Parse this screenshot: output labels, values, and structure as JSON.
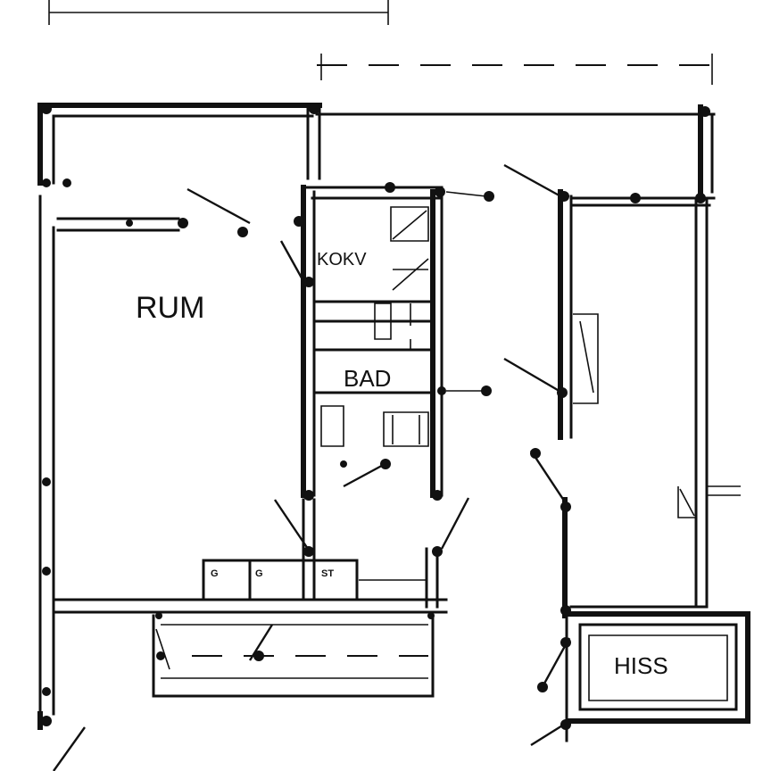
{
  "rooms": {
    "rum": "RUM",
    "kokv": "KOKV",
    "bad": "BAD",
    "hiss": "HISS"
  },
  "fixtures": {
    "g1": "G",
    "g2": "G",
    "st": "ST"
  }
}
